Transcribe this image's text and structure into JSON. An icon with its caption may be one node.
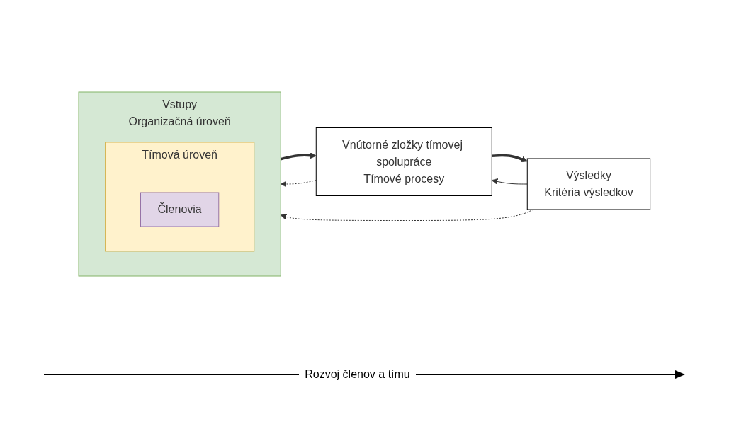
{
  "diagram": {
    "nodes": [
      {
        "text": [
          "Vstupy",
          "Organizačná úroveň"
        ]
      },
      {
        "text": [
          "Tímová úroveň"
        ],
        "in": 0
      },
      {
        "text": [
          "Členovia"
        ],
        "in": 1
      },
      {
        "text": [
          "Vnútorné zložky tímovej spolupráce",
          "Tímové procesy"
        ]
      },
      {
        "text": [
          "Výsledky",
          "Kritéria výsledkov"
        ]
      }
    ],
    "edges": [
      {
        "from": 0,
        "to": 3,
        "arrow": "to",
        "style": "thick"
      },
      {
        "from": 3,
        "to": 4,
        "arrow": "to",
        "style": "thick"
      },
      {
        "from": 4,
        "to": 3,
        "arrow": "to"
      },
      {
        "from": 3,
        "to": 0,
        "arrow": "to",
        "style": "dashed"
      },
      {
        "from": 4,
        "to": 0,
        "arrow": "to",
        "style": "dashed"
      }
    ],
    "labels": [
      "Rozvoj členov a tímu"
    ]
  }
}
